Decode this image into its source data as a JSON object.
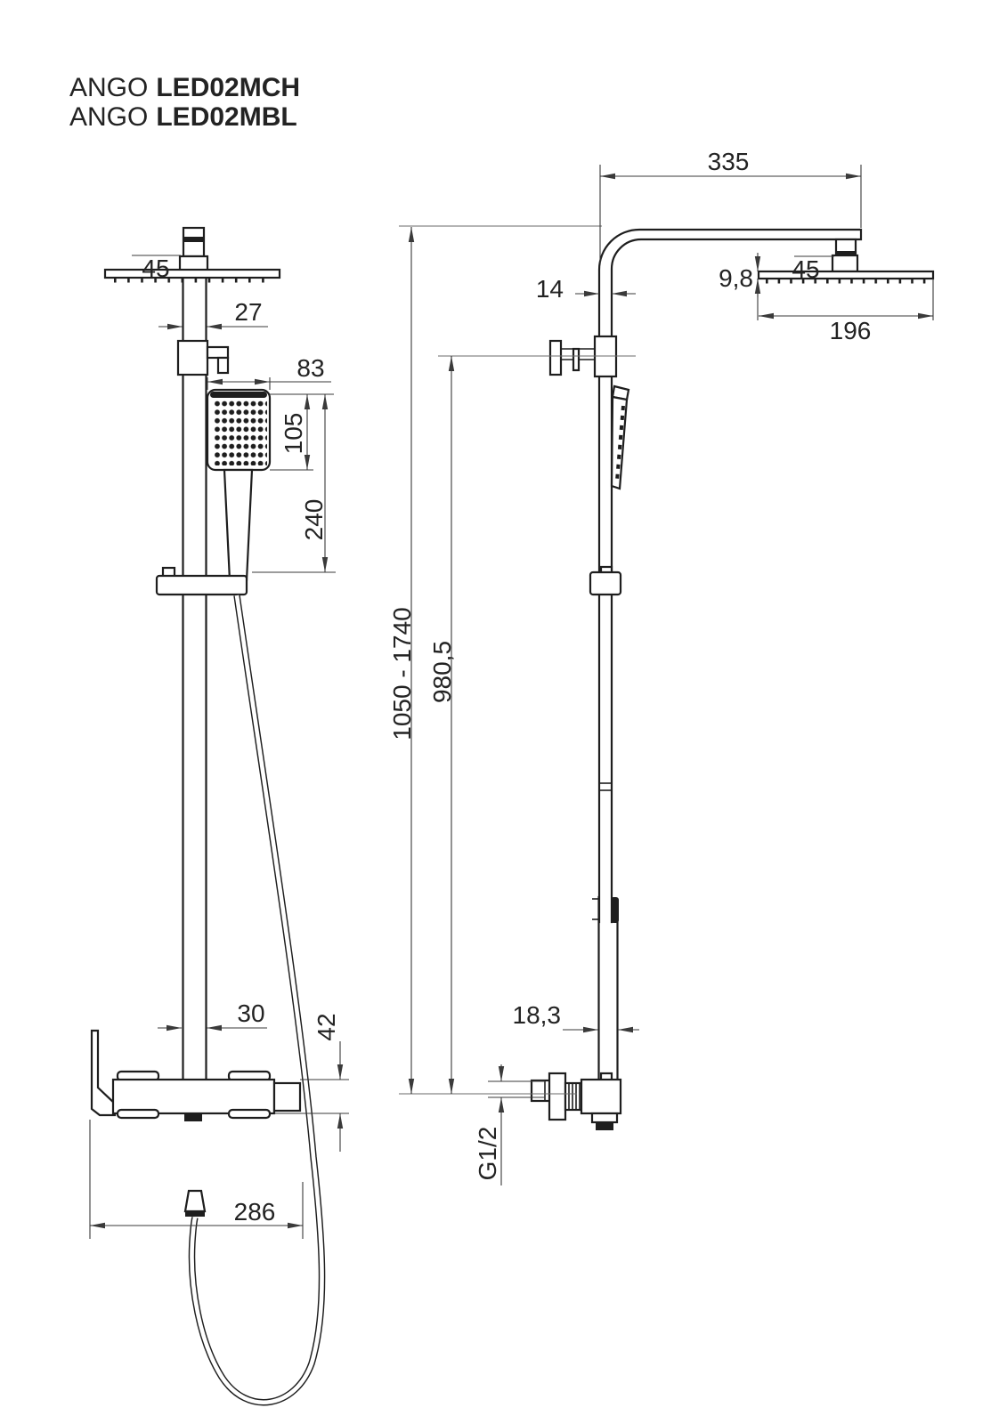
{
  "title": {
    "brand": "ANGO",
    "model1": "LED02MCH",
    "model2": "LED02MBL"
  },
  "front_view": {
    "dim_head_connector": "45",
    "dim_pipe_width": "27",
    "dim_handshower_width": "83",
    "dim_handshower_face_height": "105",
    "dim_handshower_length": "240",
    "dim_lower_pipe_width": "30",
    "dim_mixer_height": "42",
    "dim_hose_offset": "286"
  },
  "side_view": {
    "dim_arm_reach": "335",
    "dim_pipe_depth": "14",
    "dim_head_connector": "45",
    "dim_head_thickness": "9,8",
    "dim_head_depth": "196",
    "dim_total_height": "1050 - 1740",
    "dim_upper_section_height": "980,5",
    "dim_lower_pipe_depth": "18,3",
    "dim_inlet_thread": "G1/2"
  },
  "colors": {
    "line": "#1e1e1e",
    "dimension_line": "#3a3a3a",
    "background": "#ffffff"
  }
}
